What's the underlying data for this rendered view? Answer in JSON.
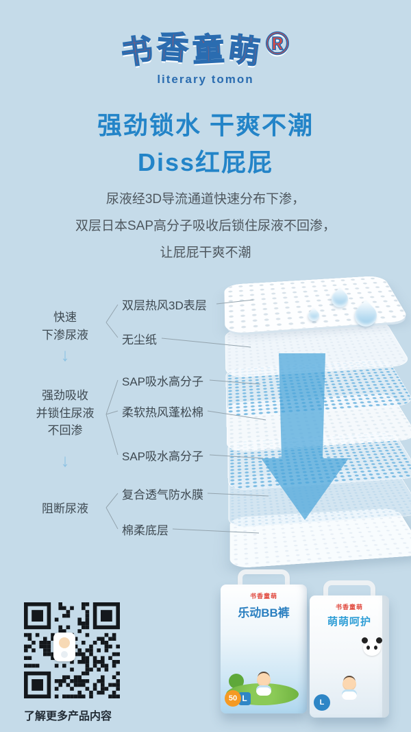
{
  "brand": {
    "chars": [
      "书",
      "香",
      "童",
      "萌"
    ],
    "registered": "®",
    "subtitle": "literary tomon"
  },
  "hero": {
    "title_line1": "强劲锁水 干爽不潮",
    "title_line2": "Diss红屁屁",
    "desc_line1": "尿液经3D导流通道快速分布下渗，",
    "desc_line2": "双层日本SAP高分子吸收后锁住尿液不回渗，",
    "desc_line3": "让屁屁干爽不潮"
  },
  "diagram": {
    "arrow_down_glyph": "↓",
    "stage1_line1": "快速",
    "stage1_line2": "下渗尿液",
    "stage2_line1": "强劲吸收",
    "stage2_line2": "并锁住尿液",
    "stage2_line3": "不回渗",
    "stage3_line1": "阻断尿液",
    "layers": [
      "双层热风3D表层",
      "无尘纸",
      "SAP吸水高分子",
      "柔软热风蓬松棉",
      "SAP吸水高分子",
      "复合透气防水膜",
      "棉柔底层"
    ]
  },
  "footer": {
    "qr_caption": "了解更多产品内容",
    "product1": {
      "brand": "书香童萌",
      "name": "乐动BB裤",
      "count": "50",
      "size": "L"
    },
    "product2": {
      "brand": "书香童萌",
      "name": "萌萌呵护",
      "size": "L"
    }
  },
  "colors": {
    "background": "#c5dbe9",
    "heading_blue": "#2384c8",
    "logo_red": "#e6493c",
    "logo_outline_blue": "#2a6cb0",
    "arrow_blue": "#4ba5da",
    "text_gray": "#3e4951"
  }
}
